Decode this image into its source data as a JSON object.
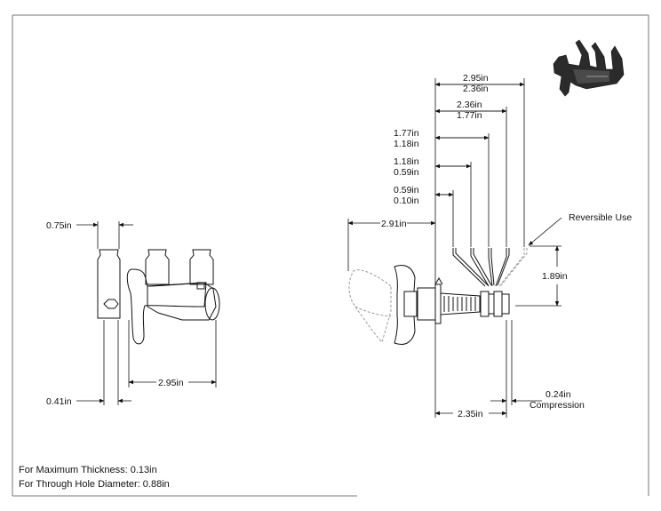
{
  "dimensions": {
    "left_top_width": "0.75in",
    "left_bottom_width": "0.41in",
    "left_length": "2.95in",
    "right_top_max": "2.95in",
    "right_top_min": "2.36in",
    "right_2_max": "2.36in",
    "right_2_min": "1.77in",
    "right_3_max": "1.77in",
    "right_3_min": "1.18in",
    "right_4_max": "1.18in",
    "right_4_min": "0.59in",
    "right_5_max": "0.59in",
    "right_5_min": "0.10in",
    "handle_length": "2.91in",
    "height": "1.89in",
    "bottom_length": "2.35in",
    "compression_value": "0.24in",
    "compression_label": "Compression",
    "reversible_label": "Reversible Use"
  },
  "notes": {
    "max_thickness": "For Maximum Thickness: 0.13in",
    "hole_diameter": "For Through Hole Diameter: 0.88in"
  },
  "colors": {
    "line": "#111111",
    "ghost": "#9a9a9a",
    "thumb_dark": "#2b2b2b"
  }
}
